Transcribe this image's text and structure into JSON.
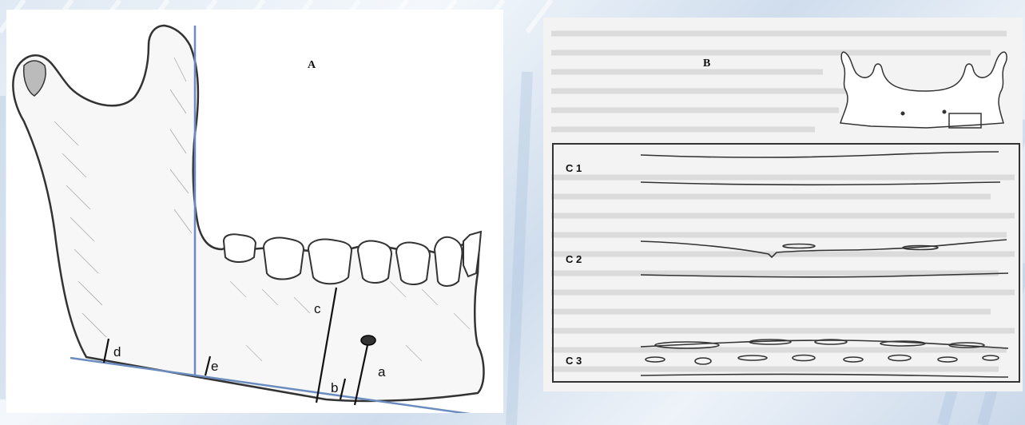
{
  "panel_a": {
    "letter": "A",
    "labels": {
      "a": "a",
      "b": "b",
      "c": "c",
      "d": "d",
      "e": "e"
    }
  },
  "panel_b": {
    "letter": "B",
    "rows": {
      "c1": "C 1",
      "c2": "C 2",
      "c3": "C 3"
    }
  },
  "colors": {
    "measure_line": "#6b8cc0",
    "drawing": "#333333"
  }
}
